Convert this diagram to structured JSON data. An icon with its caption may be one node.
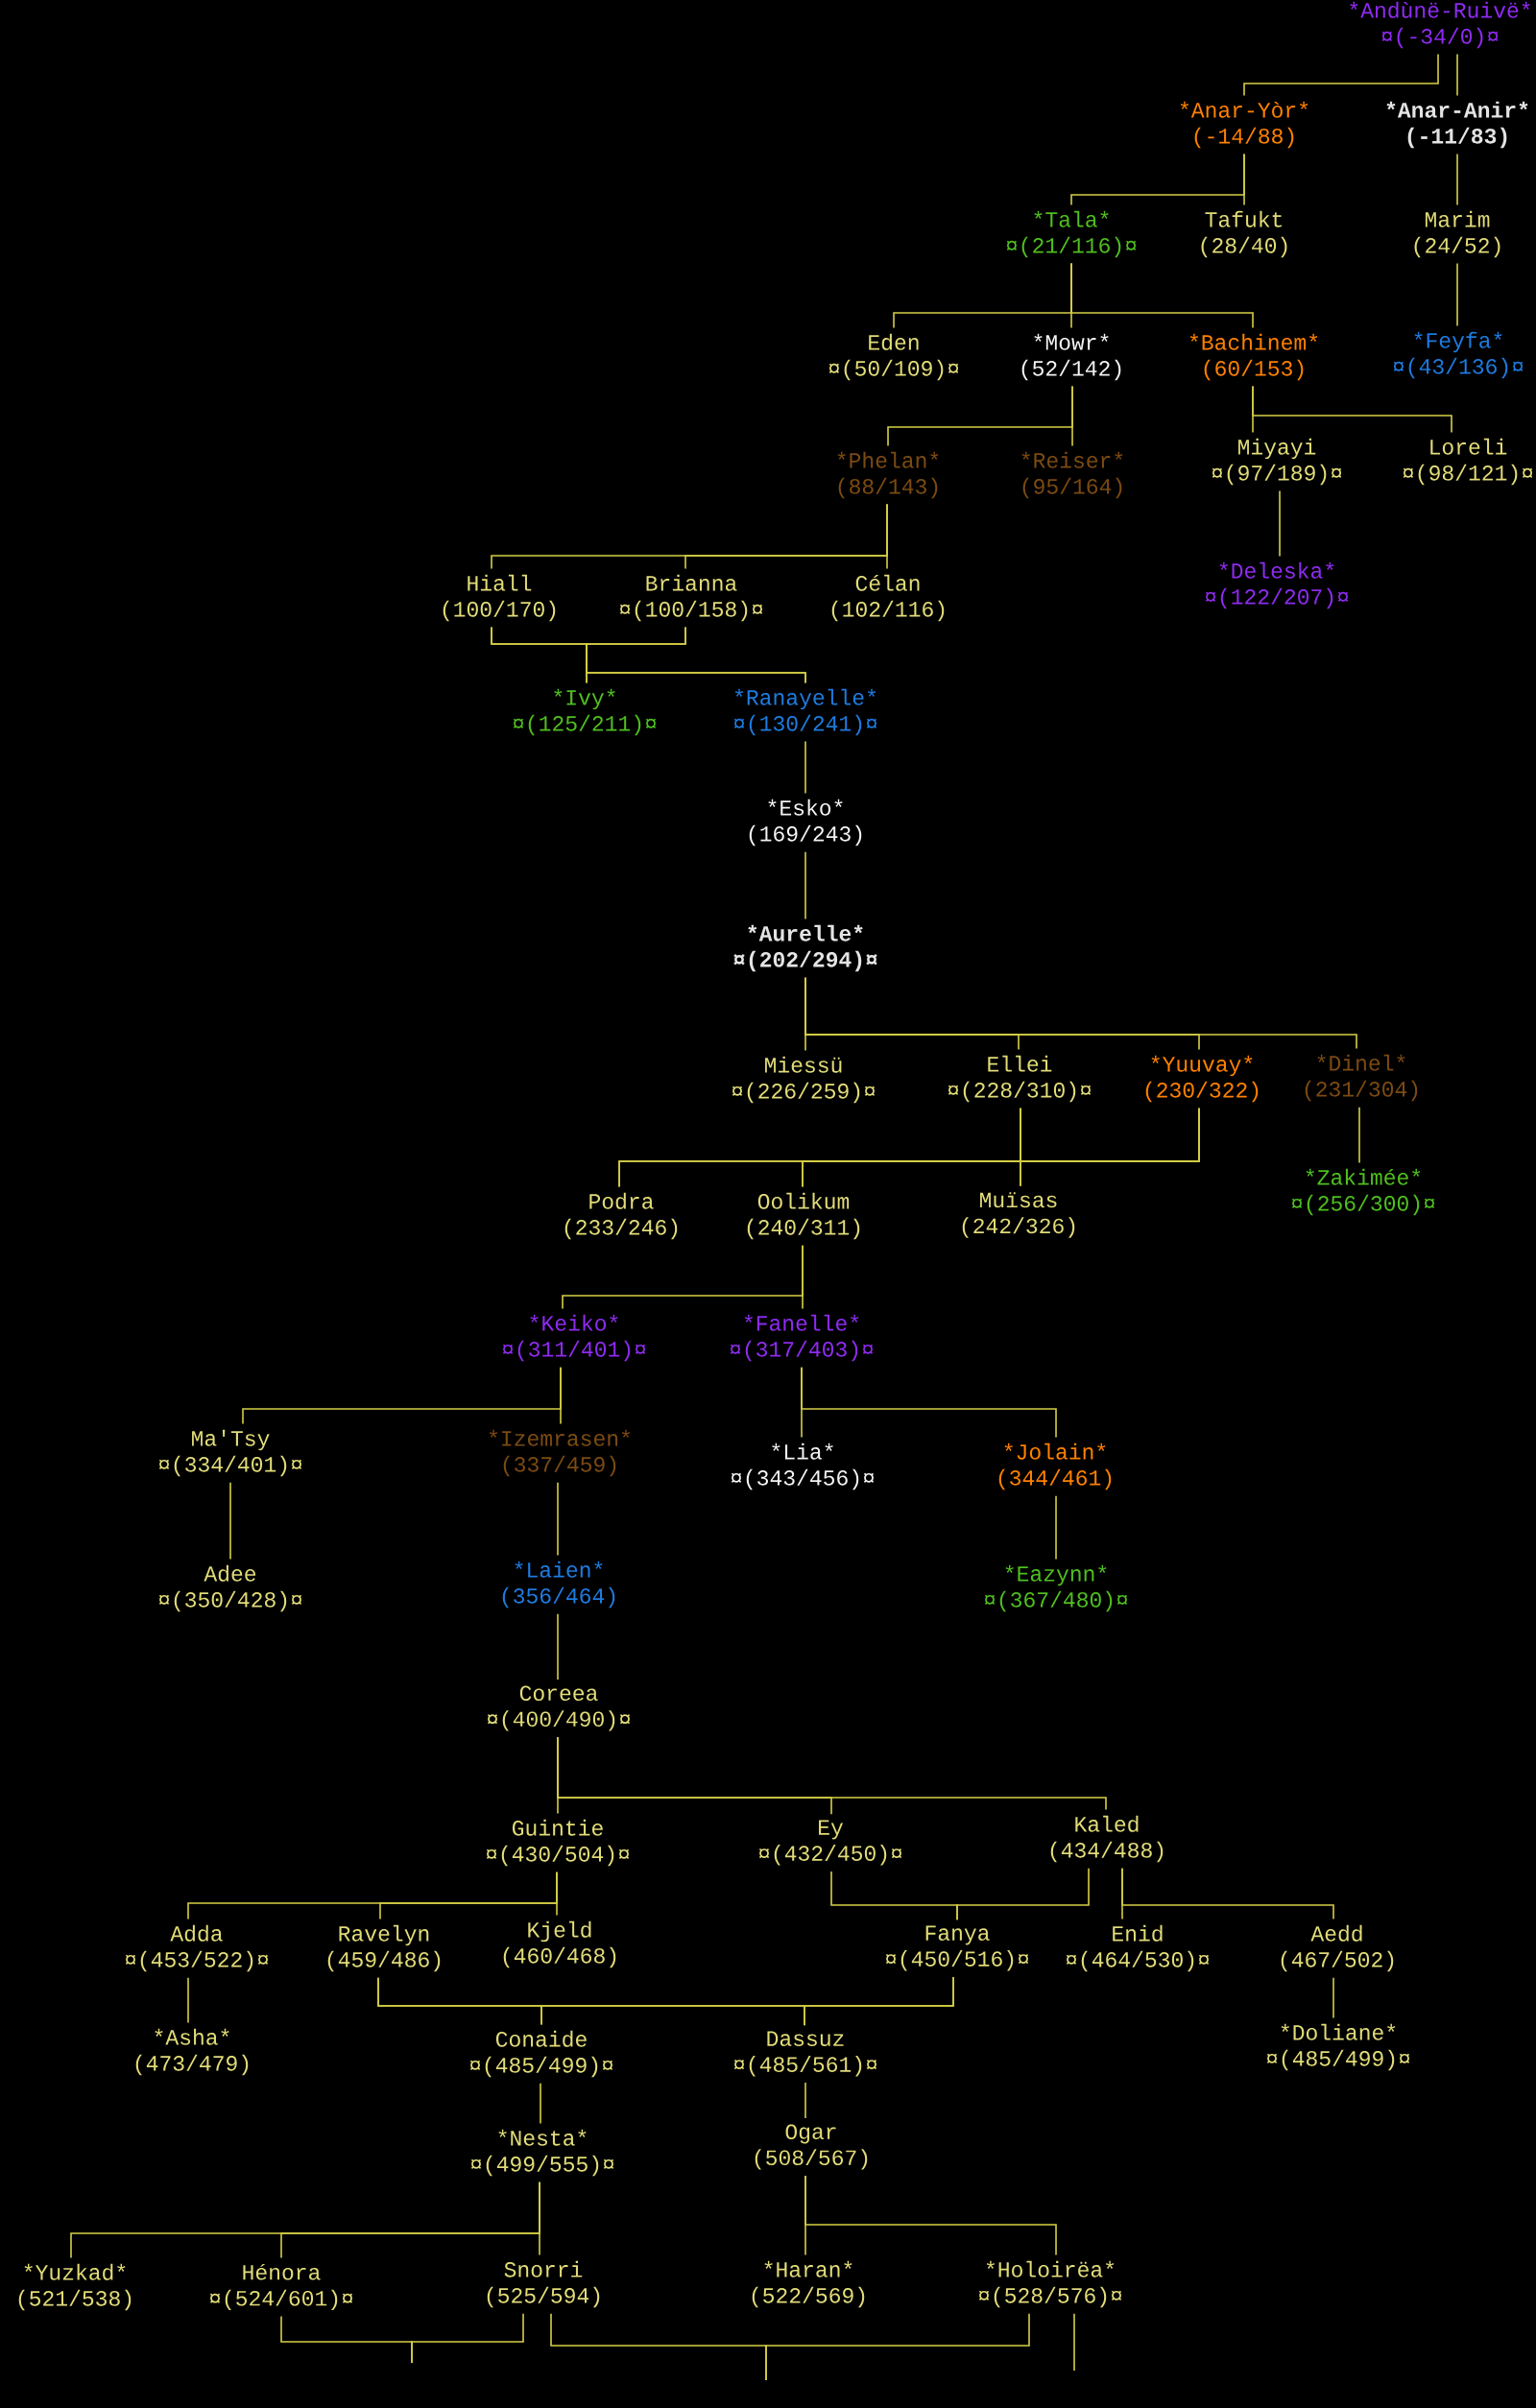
{
  "diagram": {
    "nodes": [
      {
        "text": [
          "*Andùnë-Ruivë*",
          "¤(-34/0)¤"
        ]
      },
      {
        "text": [
          "*Anar-Yòr*",
          "(-14/88)"
        ]
      },
      {
        "text": [
          "*Anar-Anir*",
          "(-11/83)"
        ]
      },
      {
        "text": [
          "*Tala*",
          "¤(21/116)¤"
        ]
      },
      {
        "text": [
          "Tafukt",
          "(28/40)"
        ]
      },
      {
        "text": [
          "Marim",
          "(24/52)"
        ]
      },
      {
        "text": [
          "Eden",
          "¤(50/109)¤"
        ]
      },
      {
        "text": [
          "*Mowr*",
          "(52/142)"
        ]
      },
      {
        "text": [
          "*Bachinem*",
          "(60/153)"
        ]
      },
      {
        "text": [
          "*Feyfa*",
          "¤(43/136)¤"
        ]
      },
      {
        "text": [
          "*Phelan*",
          "(88/143)"
        ]
      },
      {
        "text": [
          "*Reiser*",
          "(95/164)"
        ]
      },
      {
        "text": [
          "Miyayi",
          "¤(97/189)¤"
        ]
      },
      {
        "text": [
          "Loreli",
          "¤(98/121)¤"
        ]
      },
      {
        "text": [
          "Hiall",
          "(100/170)"
        ]
      },
      {
        "text": [
          "Brianna",
          "¤(100/158)¤"
        ]
      },
      {
        "text": [
          "Célan",
          "(102/116)"
        ]
      },
      {
        "text": [
          "*Deleska*",
          "¤(122/207)¤"
        ]
      },
      {
        "text": [
          "*Ivy*",
          "¤(125/211)¤"
        ]
      },
      {
        "text": [
          "*Ranayelle*",
          "¤(130/241)¤"
        ]
      },
      {
        "text": [
          "*Esko*",
          "(169/243)"
        ]
      },
      {
        "text": [
          "*Aurelle*",
          "¤(202/294)¤"
        ]
      },
      {
        "text": [
          "Miessü",
          "¤(226/259)¤"
        ]
      },
      {
        "text": [
          "Ellei",
          "¤(228/310)¤"
        ]
      },
      {
        "text": [
          "*Yuuvay*",
          "(230/322)"
        ]
      },
      {
        "text": [
          "*Dinel*",
          "(231/304)"
        ]
      },
      {
        "text": [
          "Podra",
          "(233/246)"
        ]
      },
      {
        "text": [
          "Oolikum",
          "(240/311)"
        ]
      },
      {
        "text": [
          "Muïsas",
          "(242/326)"
        ]
      },
      {
        "text": [
          "*Zakimée*",
          "¤(256/300)¤"
        ]
      },
      {
        "text": [
          "*Keiko*",
          "¤(311/401)¤"
        ]
      },
      {
        "text": [
          "*Fanelle*",
          "¤(317/403)¤"
        ]
      },
      {
        "text": [
          "Ma'Tsy",
          "¤(334/401)¤"
        ]
      },
      {
        "text": [
          "*Izemrasen*",
          "(337/459)"
        ]
      },
      {
        "text": [
          "*Lia*",
          "¤(343/456)¤"
        ]
      },
      {
        "text": [
          "*Jolain*",
          "(344/461)"
        ]
      },
      {
        "text": [
          "Adee",
          "¤(350/428)¤"
        ]
      },
      {
        "text": [
          "*Laien*",
          "(356/464)"
        ]
      },
      {
        "text": [
          "*Eazynn*",
          "¤(367/480)¤"
        ]
      },
      {
        "text": [
          "Coreea",
          "¤(400/490)¤"
        ]
      },
      {
        "text": [
          "Guintie",
          "¤(430/504)¤"
        ]
      },
      {
        "text": [
          "Ey",
          "¤(432/450)¤"
        ]
      },
      {
        "text": [
          "Kaled",
          "(434/488)"
        ]
      },
      {
        "text": [
          "Adda",
          "¤(453/522)¤"
        ]
      },
      {
        "text": [
          "Ravelyn",
          "(459/486)"
        ]
      },
      {
        "text": [
          "Kjeld",
          "(460/468)"
        ]
      },
      {
        "text": [
          "Fanya",
          "¤(450/516)¤"
        ]
      },
      {
        "text": [
          "Enid",
          "¤(464/530)¤"
        ]
      },
      {
        "text": [
          "Aedd",
          "(467/502)"
        ]
      },
      {
        "text": [
          "*Asha*",
          "(473/479)"
        ]
      },
      {
        "text": [
          "Conaide",
          "¤(485/499)¤"
        ]
      },
      {
        "text": [
          "Dassuz",
          "¤(485/561)¤"
        ]
      },
      {
        "text": [
          "*Doliane*",
          "¤(485/499)¤"
        ]
      },
      {
        "text": [
          "*Nesta*",
          "¤(499/555)¤"
        ]
      },
      {
        "text": [
          "Ogar",
          "(508/567)"
        ]
      },
      {
        "text": [
          "*Yuzkad*",
          "(521/538)"
        ]
      },
      {
        "text": [
          "Hénora",
          "¤(524/601)¤"
        ]
      },
      {
        "text": [
          "Snorri",
          "(525/594)"
        ]
      },
      {
        "text": [
          "*Haran*",
          "(522/569)"
        ]
      },
      {
        "text": [
          "*Holoirëa*",
          "¤(528/576)¤"
        ]
      }
    ],
    "edges": [
      {
        "from": 0,
        "to": 1,
        "arrow": "none"
      },
      {
        "from": 0,
        "to": 2,
        "arrow": "none"
      },
      {
        "from": 1,
        "to": 3,
        "arrow": "none"
      },
      {
        "from": 1,
        "to": 4,
        "arrow": "none"
      },
      {
        "from": 2,
        "to": 5,
        "arrow": "none"
      },
      {
        "from": 3,
        "to": 6,
        "arrow": "none"
      },
      {
        "from": 3,
        "to": 7,
        "arrow": "none"
      },
      {
        "from": 3,
        "to": 8,
        "arrow": "none"
      },
      {
        "from": 5,
        "to": 9,
        "arrow": "none"
      },
      {
        "from": 7,
        "to": 10,
        "arrow": "none"
      },
      {
        "from": 7,
        "to": 11,
        "arrow": "none"
      },
      {
        "from": 8,
        "to": 12,
        "arrow": "none"
      },
      {
        "from": 8,
        "to": 13,
        "arrow": "none"
      },
      {
        "from": 12,
        "to": 17,
        "arrow": "none"
      },
      {
        "from": 10,
        "to": 14,
        "arrow": "none"
      },
      {
        "from": 10,
        "to": 15,
        "arrow": "none"
      },
      {
        "from": 10,
        "to": 16,
        "arrow": "none"
      },
      {
        "from": 14,
        "to": 18,
        "arrow": "none"
      },
      {
        "from": 14,
        "to": 19,
        "arrow": "none"
      },
      {
        "from": 15,
        "to": 18,
        "arrow": "none"
      },
      {
        "from": 15,
        "to": 19,
        "arrow": "none"
      },
      {
        "from": 19,
        "to": 20,
        "arrow": "none"
      },
      {
        "from": 20,
        "to": 21,
        "arrow": "none"
      },
      {
        "from": 21,
        "to": 22,
        "arrow": "none"
      },
      {
        "from": 21,
        "to": 23,
        "arrow": "none"
      },
      {
        "from": 21,
        "to": 24,
        "arrow": "none"
      },
      {
        "from": 21,
        "to": 25,
        "arrow": "none"
      },
      {
        "from": 23,
        "to": 26,
        "arrow": "none"
      },
      {
        "from": 23,
        "to": 27,
        "arrow": "none"
      },
      {
        "from": 23,
        "to": 28,
        "arrow": "none"
      },
      {
        "from": 24,
        "to": 26,
        "arrow": "none"
      },
      {
        "from": 24,
        "to": 27,
        "arrow": "none"
      },
      {
        "from": 24,
        "to": 28,
        "arrow": "none"
      },
      {
        "from": 25,
        "to": 29,
        "arrow": "none"
      },
      {
        "from": 27,
        "to": 30,
        "arrow": "none"
      },
      {
        "from": 27,
        "to": 31,
        "arrow": "none"
      },
      {
        "from": 30,
        "to": 32,
        "arrow": "none"
      },
      {
        "from": 30,
        "to": 33,
        "arrow": "none"
      },
      {
        "from": 31,
        "to": 34,
        "arrow": "none"
      },
      {
        "from": 31,
        "to": 35,
        "arrow": "none"
      },
      {
        "from": 32,
        "to": 36,
        "arrow": "none"
      },
      {
        "from": 33,
        "to": 37,
        "arrow": "none"
      },
      {
        "from": 35,
        "to": 38,
        "arrow": "none"
      },
      {
        "from": 37,
        "to": 39,
        "arrow": "none"
      },
      {
        "from": 39,
        "to": 40,
        "arrow": "none"
      },
      {
        "from": 39,
        "to": 41,
        "arrow": "none"
      },
      {
        "from": 39,
        "to": 42,
        "arrow": "none"
      },
      {
        "from": 40,
        "to": 43,
        "arrow": "none"
      },
      {
        "from": 40,
        "to": 44,
        "arrow": "none"
      },
      {
        "from": 40,
        "to": 45,
        "arrow": "none"
      },
      {
        "from": 41,
        "to": 46,
        "arrow": "none"
      },
      {
        "from": 42,
        "to": 46,
        "arrow": "none"
      },
      {
        "from": 42,
        "to": 47,
        "arrow": "none"
      },
      {
        "from": 42,
        "to": 48,
        "arrow": "none"
      },
      {
        "from": 43,
        "to": 49,
        "arrow": "none"
      },
      {
        "from": 44,
        "to": 50,
        "arrow": "none"
      },
      {
        "from": 44,
        "to": 51,
        "arrow": "none"
      },
      {
        "from": 46,
        "to": 50,
        "arrow": "none"
      },
      {
        "from": 46,
        "to": 51,
        "arrow": "none"
      },
      {
        "from": 50,
        "to": 53,
        "arrow": "none"
      },
      {
        "from": 51,
        "to": 54,
        "arrow": "none"
      },
      {
        "from": 48,
        "to": 52,
        "arrow": "none"
      },
      {
        "from": 53,
        "to": 55,
        "arrow": "none"
      },
      {
        "from": 53,
        "to": 56,
        "arrow": "none"
      },
      {
        "from": 53,
        "to": 57,
        "arrow": "none"
      },
      {
        "from": 54,
        "to": 58,
        "arrow": "none"
      },
      {
        "from": 54,
        "to": 59,
        "arrow": "none"
      },
      {
        "from": 56,
        "to": null,
        "arrow": "none"
      },
      {
        "from": 57,
        "to": null,
        "arrow": "none"
      },
      {
        "from": 57,
        "to": null,
        "arrow": "none"
      },
      {
        "from": 59,
        "to": null,
        "arrow": "none"
      },
      {
        "from": 59,
        "to": null,
        "arrow": "none"
      }
    ]
  }
}
